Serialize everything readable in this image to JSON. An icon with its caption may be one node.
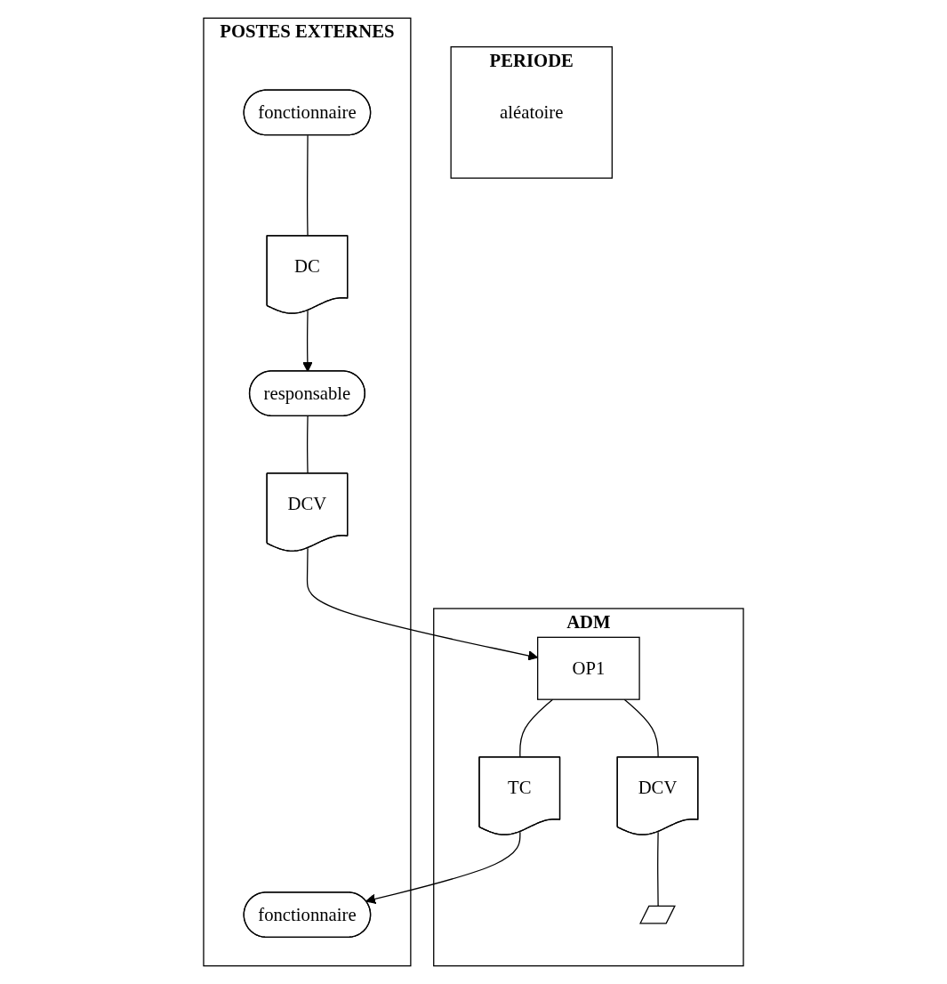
{
  "diagram": {
    "nodes": [
      {
        "text": [
          "PERIODE"
        ]
      },
      {
        "text": [
          "aléatoire"
        ],
        "in": 0
      },
      {
        "text": [
          "ADM"
        ]
      },
      {
        "text": [
          "OP1"
        ],
        "in": 2
      },
      {
        "text": [
          "DCV"
        ],
        "in": 2
      },
      {
        "text": [],
        "shape": "bar",
        "in": 2
      },
      {
        "text": [
          "TC"
        ],
        "in": 2
      },
      {
        "text": [
          "POSTES EXTERNES"
        ]
      },
      {
        "text": [
          "fonctionnaire"
        ],
        "in": 7
      },
      {
        "text": [
          "DC"
        ],
        "in": 7
      },
      {
        "text": [
          "responsable"
        ],
        "in": 7
      },
      {
        "text": [
          "DCV"
        ],
        "in": 7
      },
      {
        "text": [
          "fonctionnaire"
        ],
        "in": 7
      }
    ],
    "edges": [
      {
        "from": 8,
        "to": 9,
        "arrow": "none"
      },
      {
        "from": 9,
        "to": 10,
        "arrow": "to"
      },
      {
        "from": 10,
        "to": 11,
        "arrow": "none"
      },
      {
        "from": 11,
        "to": 3,
        "arrow": "to"
      },
      {
        "from": 3,
        "to": 4,
        "arrow": "none"
      },
      {
        "from": 4,
        "to": 5,
        "arrow": "none"
      },
      {
        "from": 3,
        "to": 6,
        "arrow": "none"
      },
      {
        "from": 6,
        "to": 12,
        "arrow": "to"
      }
    ]
  }
}
